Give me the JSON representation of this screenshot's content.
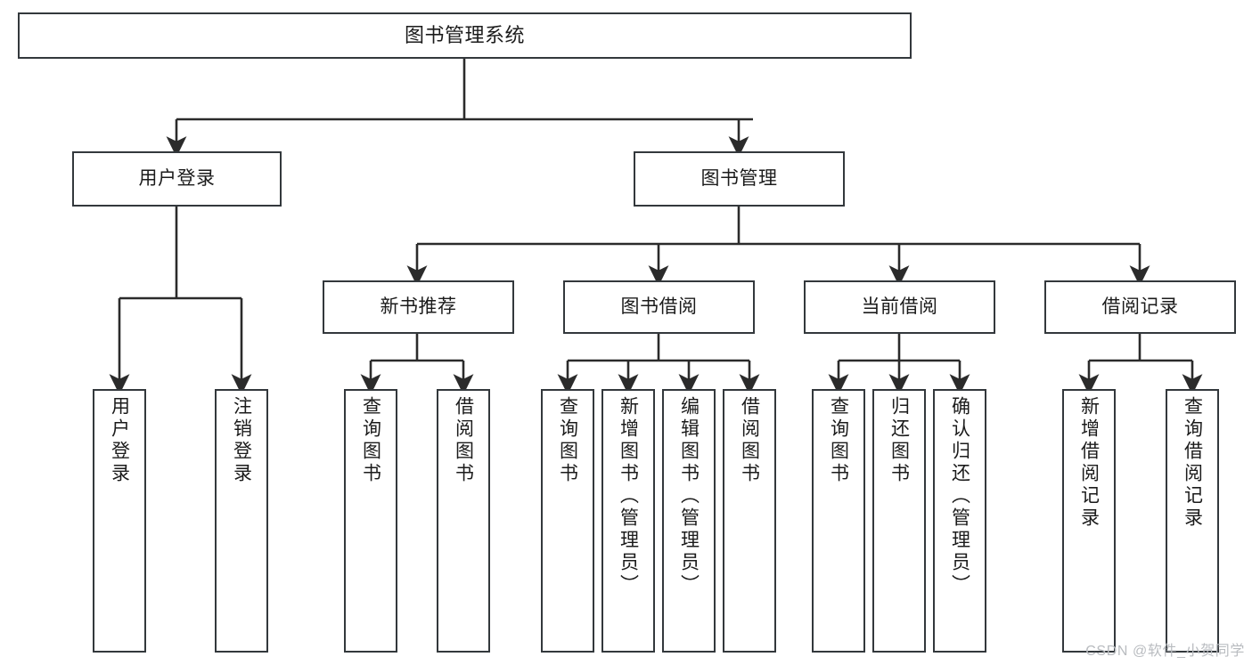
{
  "diagram": {
    "type": "tree-flowchart",
    "title": "图书管理系统",
    "watermark": "CSDN @软件_小贺同学",
    "colors": {
      "box_stroke": "#33383c",
      "box_fill": "#ffffff",
      "connector": "#2b2b2b",
      "text": "#1b1b1b",
      "watermark": "#b9bcc0"
    },
    "nodes": {
      "root": {
        "label": "图书管理系统"
      },
      "level2": [
        {
          "id": "user-login",
          "label": "用户登录"
        },
        {
          "id": "book-management",
          "label": "图书管理"
        }
      ],
      "level3": [
        {
          "id": "new-book-recommend",
          "label": "新书推荐"
        },
        {
          "id": "book-borrow",
          "label": "图书借阅"
        },
        {
          "id": "current-borrow",
          "label": "当前借阅"
        },
        {
          "id": "borrow-record",
          "label": "借阅记录"
        }
      ],
      "leaves": {
        "user_login": [
          {
            "id": "leaf-user-login",
            "label": "用户登录"
          },
          {
            "id": "leaf-logout-login",
            "label": "注销登录"
          }
        ],
        "new_book_recommend": [
          {
            "id": "leaf-query-book-1",
            "label": "查询图书"
          },
          {
            "id": "leaf-borrow-book-1",
            "label": "借阅图书"
          }
        ],
        "book_borrow": [
          {
            "id": "leaf-query-book-2",
            "label": "查询图书"
          },
          {
            "id": "leaf-add-book",
            "label": "新增图书（管理员）"
          },
          {
            "id": "leaf-edit-book",
            "label": "编辑图书（管理员）"
          },
          {
            "id": "leaf-borrow-book-2",
            "label": "借阅图书"
          }
        ],
        "current_borrow": [
          {
            "id": "leaf-query-book-3",
            "label": "查询图书"
          },
          {
            "id": "leaf-return-book",
            "label": "归还图书"
          },
          {
            "id": "leaf-confirm-return",
            "label": "确认归还（管理员）"
          }
        ],
        "borrow_record": [
          {
            "id": "leaf-add-record",
            "label": "新增借阅记录"
          },
          {
            "id": "leaf-query-record",
            "label": "查询借阅记录"
          }
        ]
      }
    }
  }
}
